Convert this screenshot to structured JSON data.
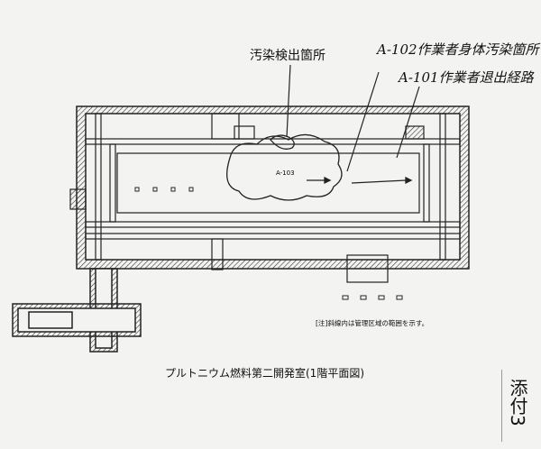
{
  "annotations": {
    "contamination_location": "汚染検出箇所",
    "a102": "A-102作業者身体汚染箇所",
    "a101": "A-101作業者退出経路",
    "room": "A-103"
  },
  "note": "[注]斜線内は管理区域の範囲を示す。",
  "caption": "プルトニウム燃料第二開発室(1階平面図)",
  "attachment": "添付3"
}
